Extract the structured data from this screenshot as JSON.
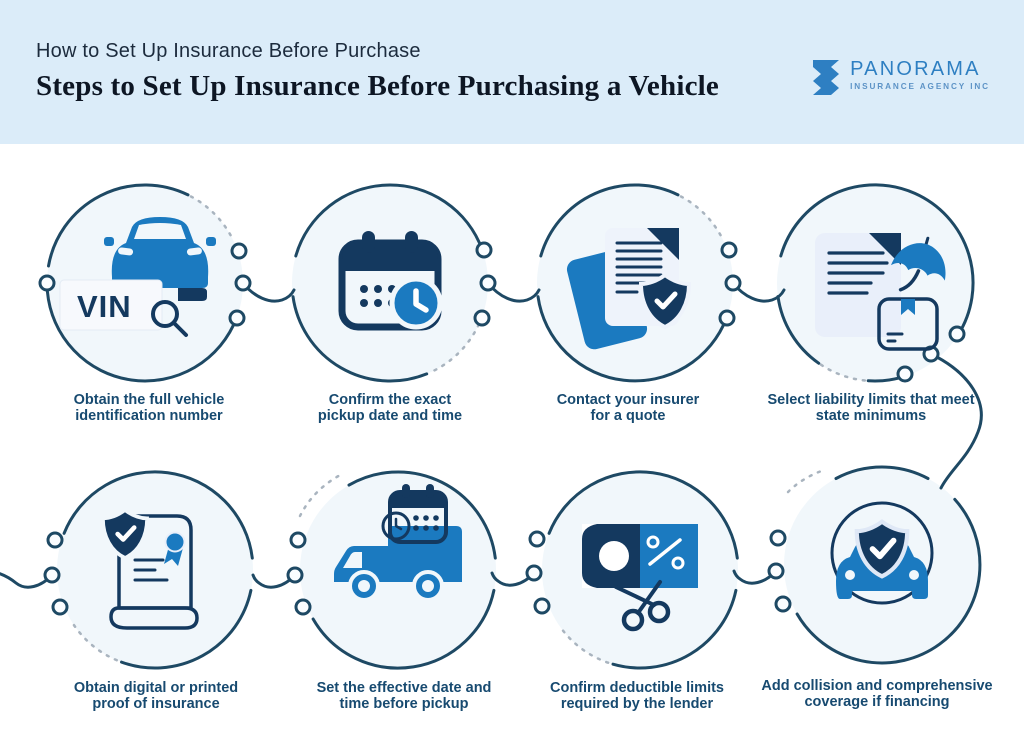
{
  "header": {
    "kicker": "How to Set Up Insurance Before Purchase",
    "title": "Steps to Set Up Insurance Before Purchasing a Vehicle",
    "logo": {
      "name": "PANORAMA",
      "tagline": "INSURANCE AGENCY INC"
    }
  },
  "steps": [
    {
      "caption": "Obtain the full vehicle identification number",
      "icon": "car-vin-search",
      "icon_text": "VIN"
    },
    {
      "caption": "Confirm the exact pickup date and time",
      "icon": "calendar-clock"
    },
    {
      "caption": "Contact your insurer for a quote",
      "icon": "documents-shield-check"
    },
    {
      "caption": "Select liability limits that meet state minimums",
      "icon": "document-umbrella-box"
    },
    {
      "caption": "Obtain digital or printed proof of insurance",
      "icon": "certificate-shield-ribbon"
    },
    {
      "caption": "Set the effective date and time before pickup",
      "icon": "truck-calendar-clock"
    },
    {
      "caption": "Confirm deductible limits required by the lender",
      "icon": "banknote-percent-scissors"
    },
    {
      "caption": "Add collision and comprehensive coverage if financing",
      "icon": "car-shield-check"
    }
  ],
  "colors": {
    "header_bg": "#dbecf9",
    "ring": "#1e4964",
    "navy": "#14395f",
    "blue": "#1b7ac0",
    "circle_fill": "#f1f7fb",
    "page_fill": "#e9effa",
    "caption_text": "#174a70",
    "dashed": "#a9b4bf",
    "kicker_text": "#1c2b3d",
    "title_text": "#0d1624",
    "logo_blue": "#2e7fc2"
  }
}
